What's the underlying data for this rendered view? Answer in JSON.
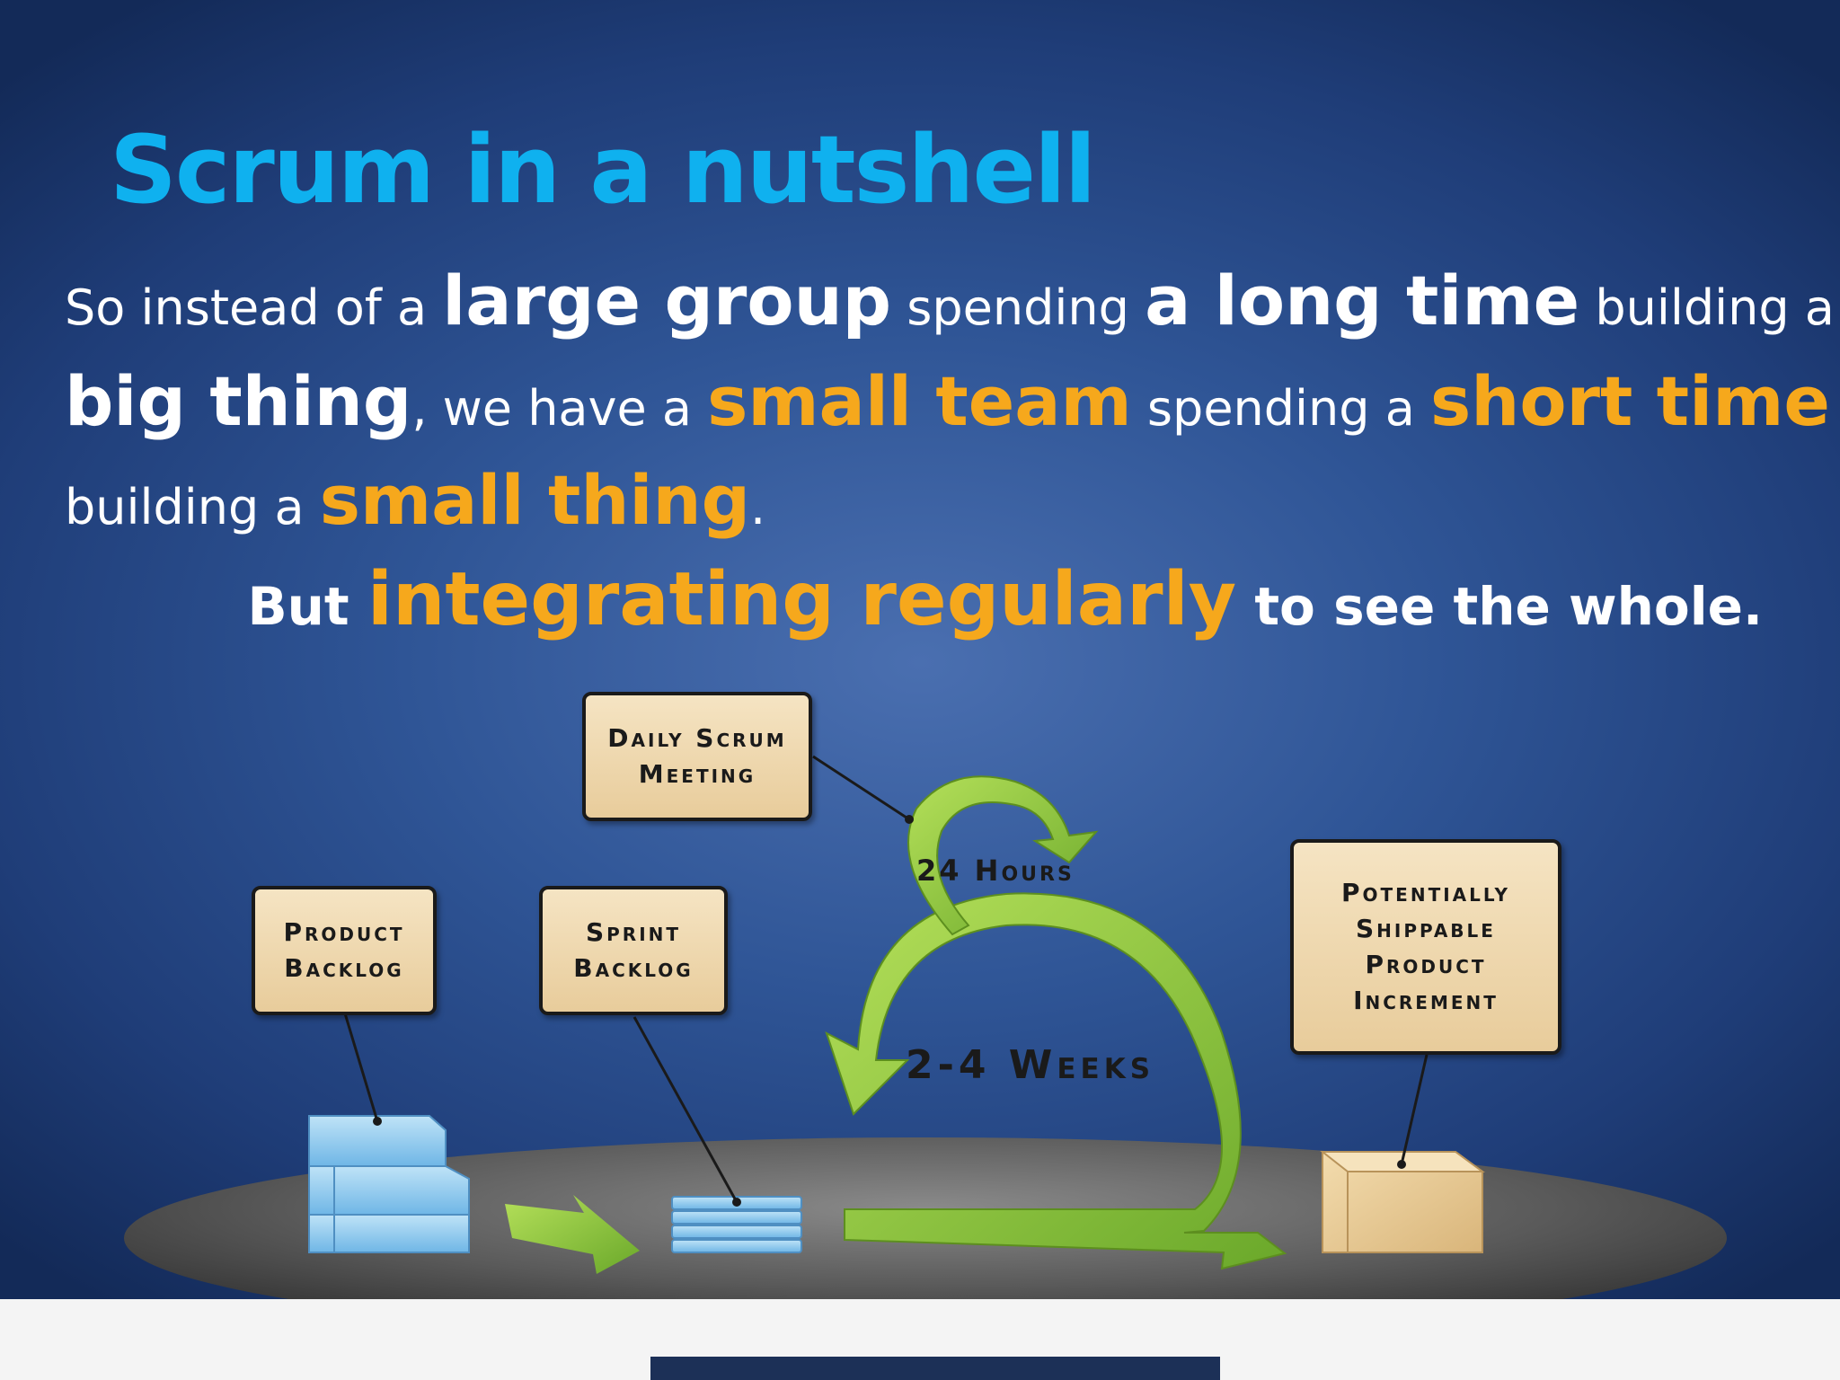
{
  "slide": {
    "title": "Scrum in a nutshell",
    "paragraph": {
      "l1_a": "So instead of a ",
      "l1_b": "large group",
      "l1_c": " spending ",
      "l1_d": "a long time",
      "l1_e": " building a",
      "l2_a": "big thing",
      "l2_b": ", we have a ",
      "l2_c": "small team",
      "l2_d": " spending a ",
      "l2_e": "short time",
      "l3_a": "building a ",
      "l3_b": "small thing",
      "l3_c": ".",
      "l4_a": "But ",
      "l4_b": "integrating regularly",
      "l4_c": " to see the whole."
    }
  },
  "diagram": {
    "daily_scrum": "Daily Scrum\nMeeting",
    "product_backlog": "Product\nBacklog",
    "sprint_backlog": "Sprint\nBacklog",
    "increment": "Potentially\nShippable\nProduct\nIncrement",
    "hours": "24 Hours",
    "weeks": "2-4 Weeks"
  },
  "colors": {
    "title": "#0fb1ef",
    "highlight": "#f6a81c",
    "arrow_green": "#8cc63f",
    "label_fill": "#f0dcb4"
  }
}
